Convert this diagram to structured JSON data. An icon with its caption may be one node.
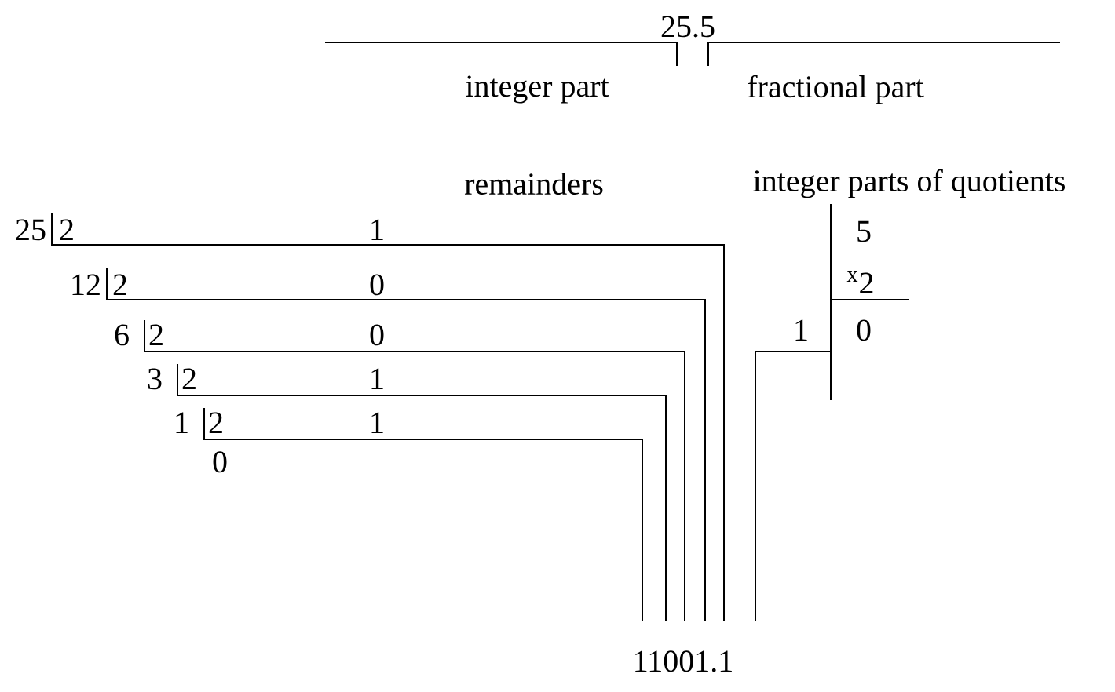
{
  "diagram": {
    "labels": [
      "25.5",
      "integer part",
      "fractional part",
      "remainders",
      "integer parts of quotients",
      "25",
      "2",
      "1",
      "5",
      "12",
      "2",
      "0",
      "$^{x}$2",
      "6",
      "2",
      "0",
      "1",
      "0",
      "3",
      "2",
      "1",
      "1",
      "2",
      "1",
      "0",
      "11001.1"
    ]
  }
}
